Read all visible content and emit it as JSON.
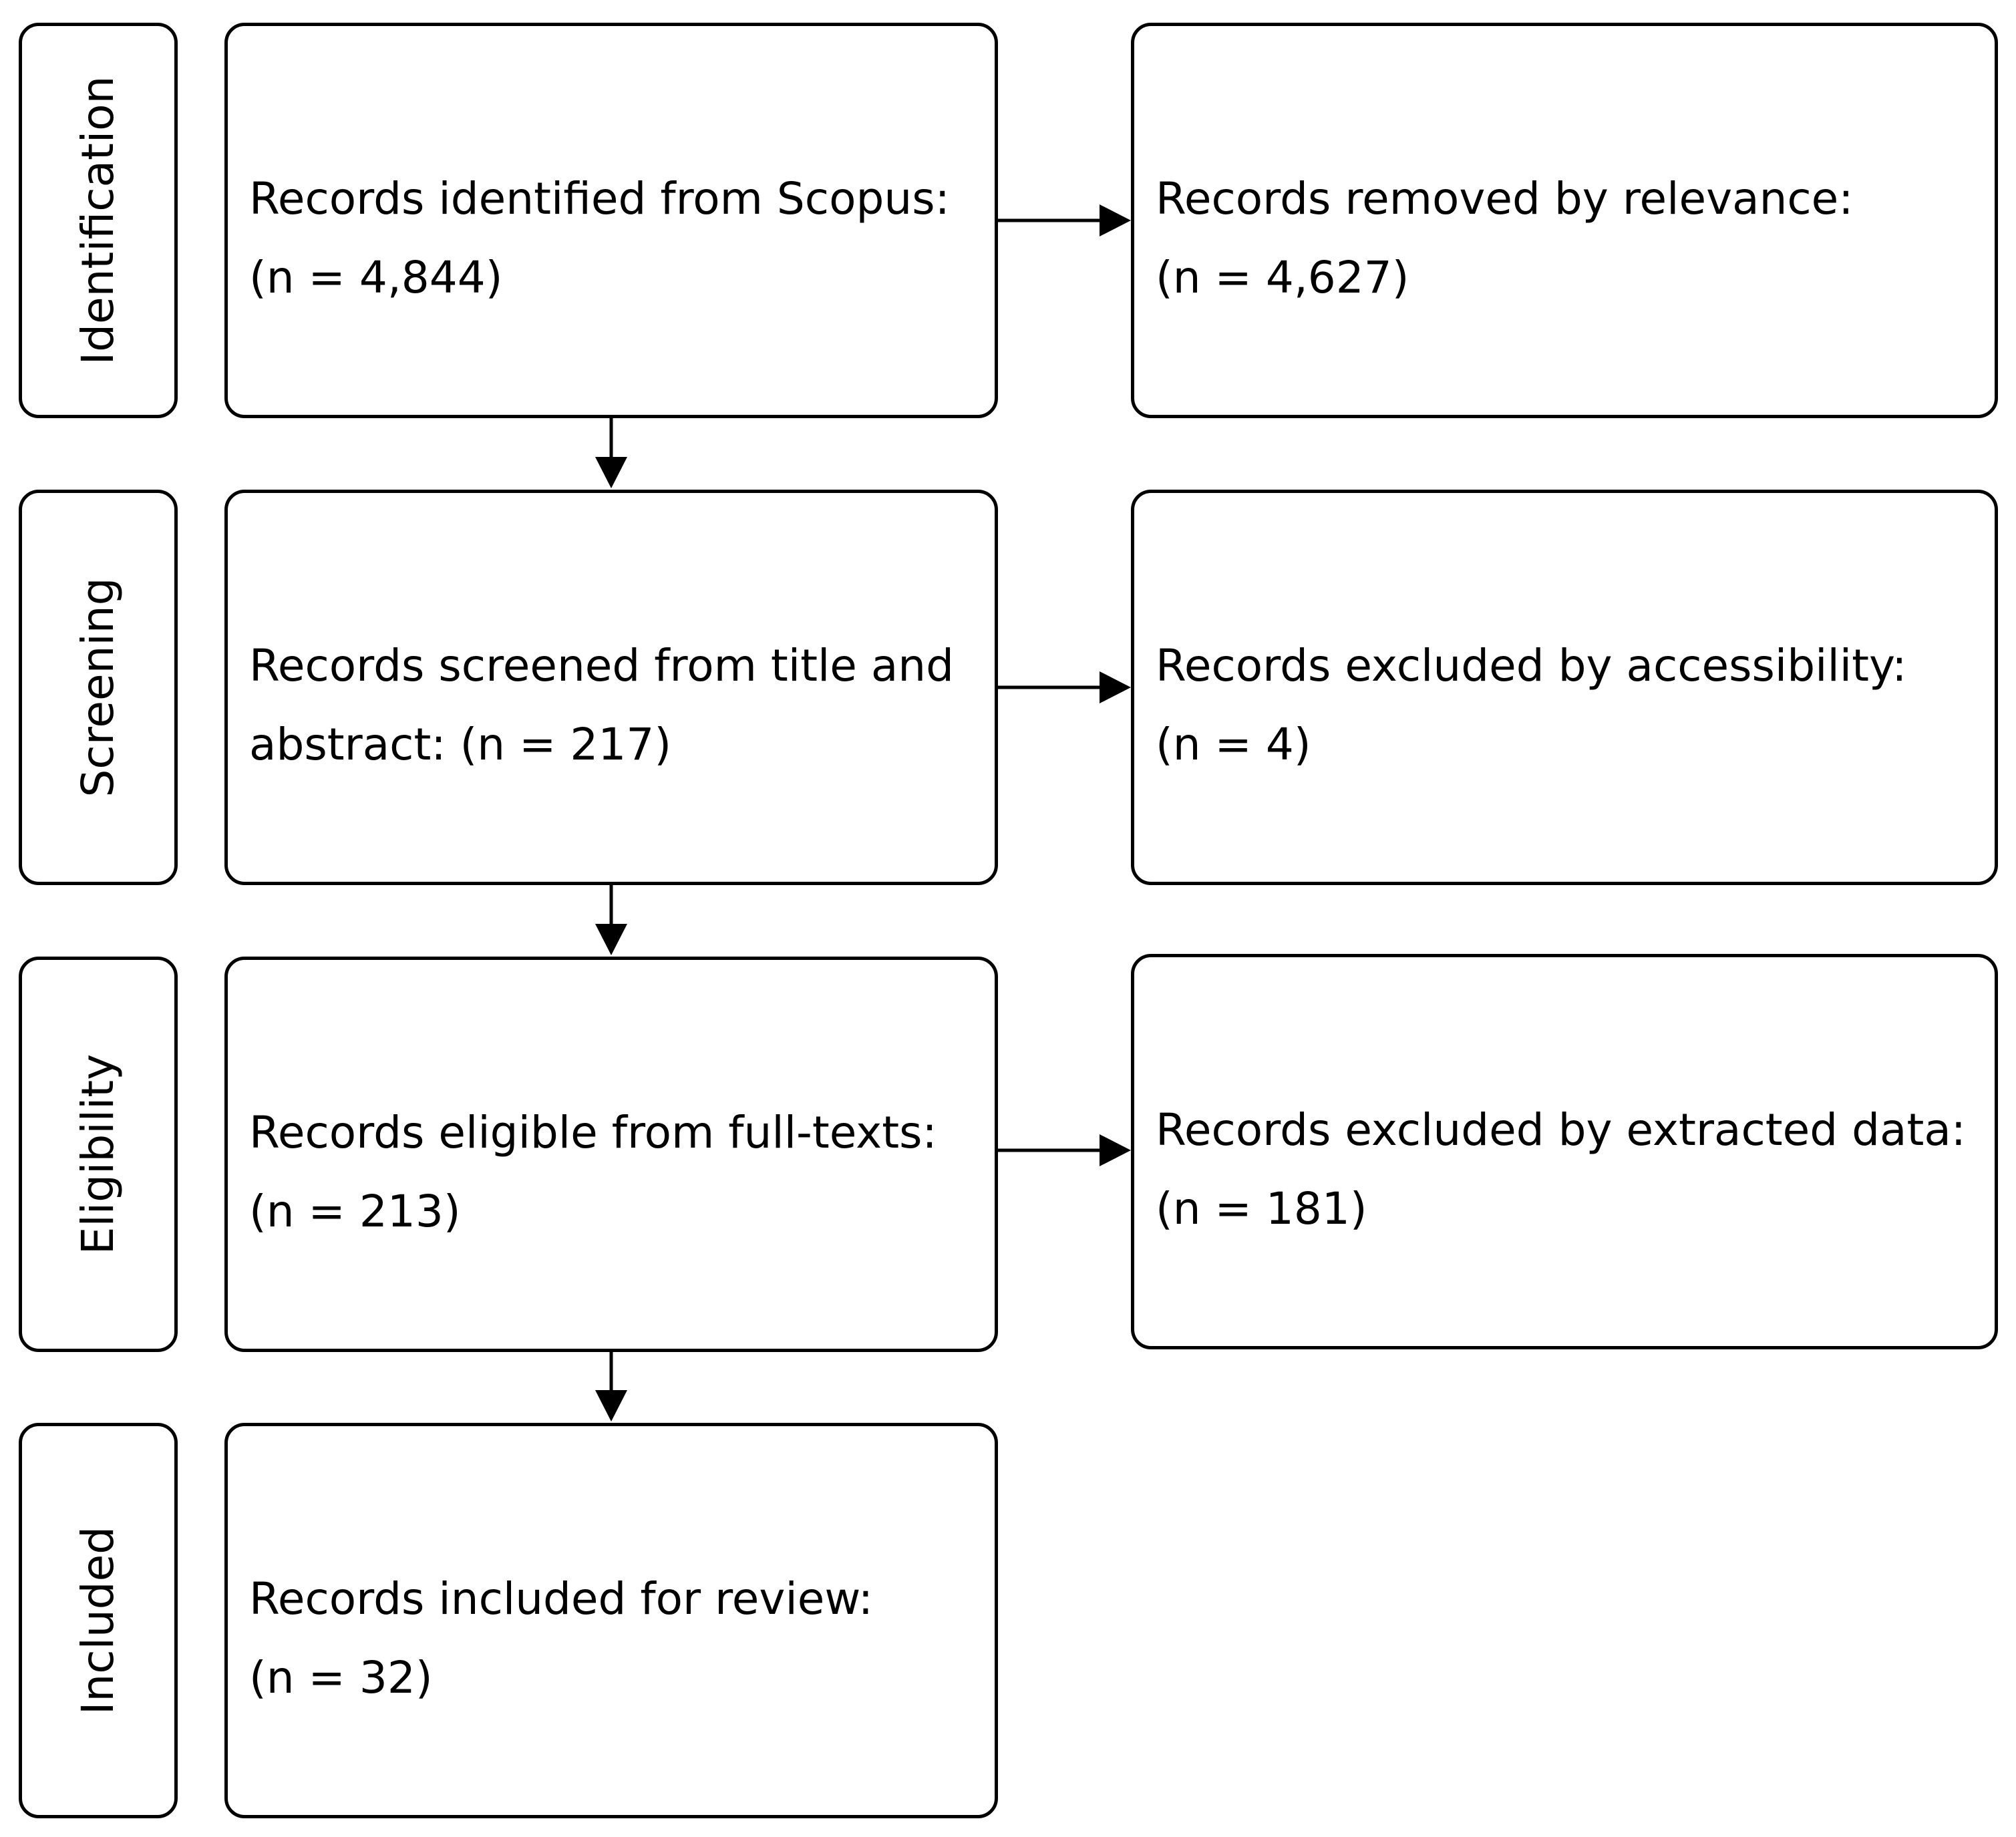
{
  "stages": [
    {
      "label": "Identification",
      "main": {
        "line1": "Records identified from Scopus:",
        "line2": "(n = 4,844)"
      },
      "side": {
        "line1": "Records removed by relevance:",
        "line2": "(n = 4,627)"
      }
    },
    {
      "label": "Screening",
      "main": {
        "line1": "Records screened from title and",
        "line2": "abstract: (n = 217)"
      },
      "side": {
        "line1": "Records excluded by accessibility:",
        "line2": "(n = 4)"
      }
    },
    {
      "label": "Eligibility",
      "main": {
        "line1": "Records eligible from full-texts:",
        "line2": "(n = 213)"
      },
      "side": {
        "line1": "Records excluded by extracted data:",
        "line2": "(n = 181)"
      }
    },
    {
      "label": "Included",
      "main": {
        "line1": "Records included for review:",
        "line2": "(n = 32)"
      }
    }
  ]
}
